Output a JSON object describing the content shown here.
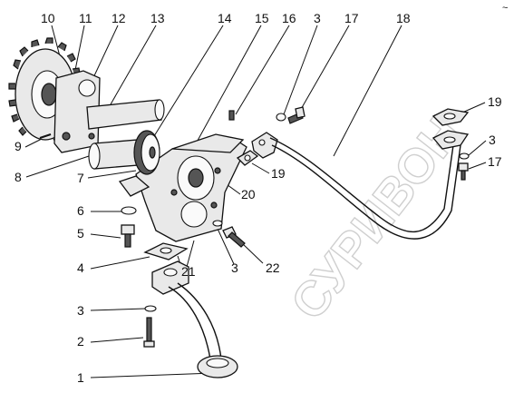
{
  "diagram": {
    "watermark": "СУРИВОН",
    "corner_mark": "~",
    "callouts": [
      {
        "id": "10",
        "text": "10"
      },
      {
        "id": "11",
        "text": "11"
      },
      {
        "id": "12",
        "text": "12"
      },
      {
        "id": "13",
        "text": "13"
      },
      {
        "id": "14",
        "text": "14"
      },
      {
        "id": "15",
        "text": "15"
      },
      {
        "id": "16",
        "text": "16"
      },
      {
        "id": "3a",
        "text": "3"
      },
      {
        "id": "17a",
        "text": "17"
      },
      {
        "id": "18",
        "text": "18"
      },
      {
        "id": "19a",
        "text": "19"
      },
      {
        "id": "3b",
        "text": "3"
      },
      {
        "id": "17b",
        "text": "17"
      },
      {
        "id": "9",
        "text": "9"
      },
      {
        "id": "8",
        "text": "8"
      },
      {
        "id": "7",
        "text": "7"
      },
      {
        "id": "19b",
        "text": "19"
      },
      {
        "id": "20",
        "text": "20"
      },
      {
        "id": "6",
        "text": "6"
      },
      {
        "id": "5",
        "text": "5"
      },
      {
        "id": "4",
        "text": "4"
      },
      {
        "id": "21",
        "text": "21"
      },
      {
        "id": "3c",
        "text": "3"
      },
      {
        "id": "22",
        "text": "22"
      },
      {
        "id": "3d",
        "text": "3"
      },
      {
        "id": "2",
        "text": "2"
      },
      {
        "id": "1",
        "text": "1"
      }
    ]
  }
}
